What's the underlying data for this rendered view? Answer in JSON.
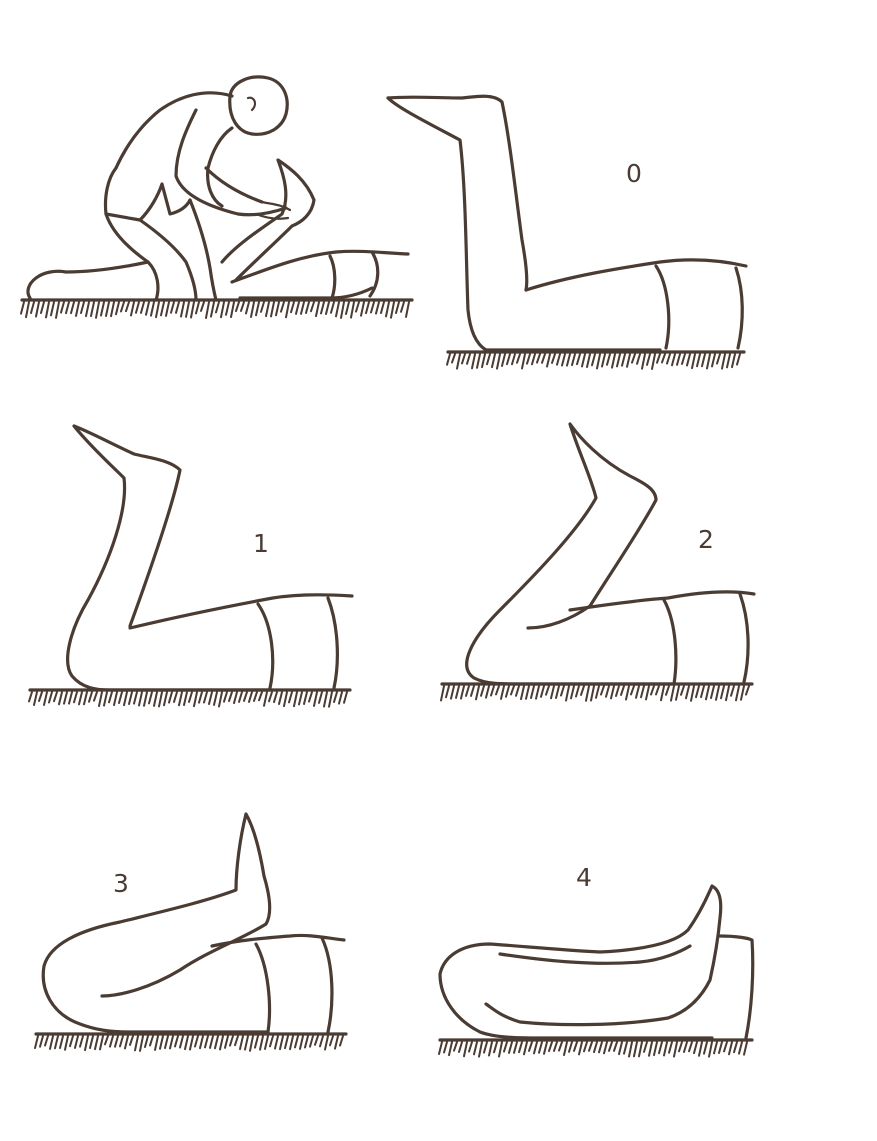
{
  "figure": {
    "ink_color": "#4a3b33",
    "background": "#ffffff",
    "panels": [
      {
        "id": "examiner",
        "label": ""
      },
      {
        "id": "grade-0",
        "label": "0"
      },
      {
        "id": "grade-1",
        "label": "1"
      },
      {
        "id": "grade-2",
        "label": "2"
      },
      {
        "id": "grade-3",
        "label": "3"
      },
      {
        "id": "grade-4",
        "label": "4"
      }
    ]
  }
}
